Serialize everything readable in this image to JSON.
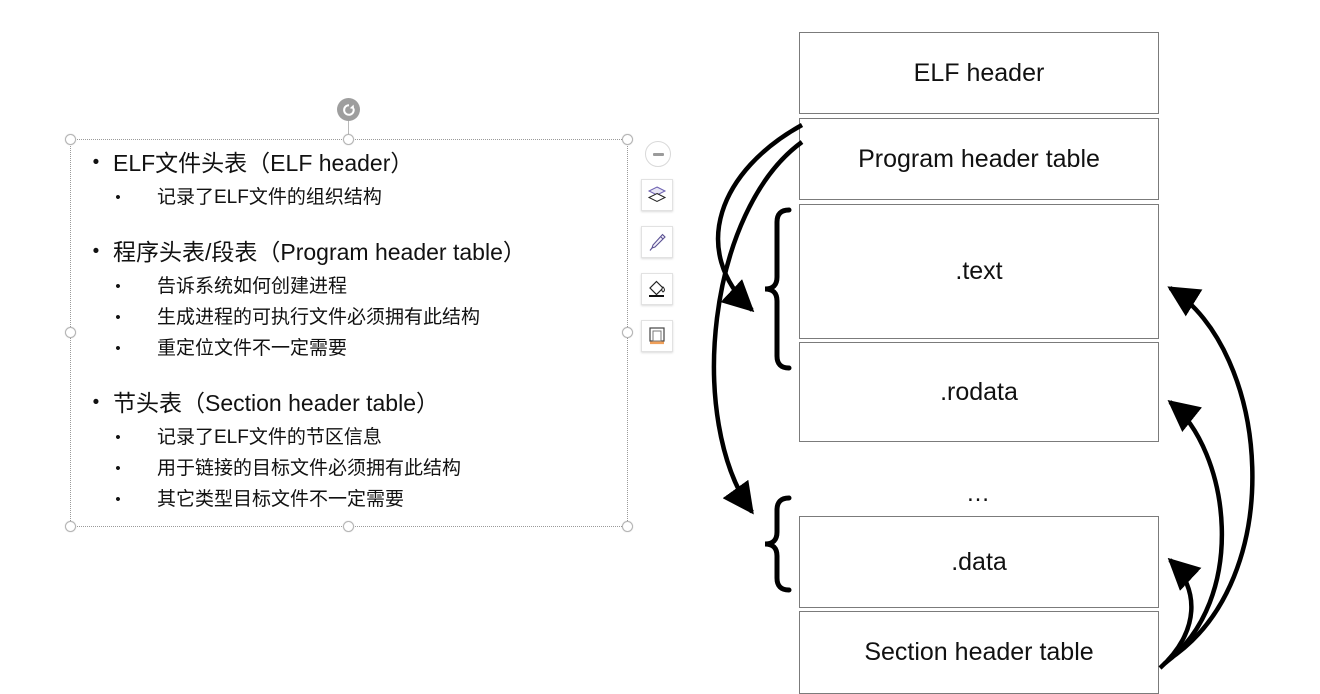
{
  "slide": {
    "textbox": {
      "items": [
        {
          "level": 1,
          "text": "ELF文件头表（ELF header）"
        },
        {
          "level": 2,
          "text": "记录了ELF文件的组织结构"
        },
        {
          "level": 0,
          "text": ""
        },
        {
          "level": 1,
          "text": "程序头表/段表（Program header table）"
        },
        {
          "level": 2,
          "text": "告诉系统如何创建进程"
        },
        {
          "level": 2,
          "text": "生成进程的可执行文件必须拥有此结构"
        },
        {
          "level": 2,
          "text": "重定位文件不一定需要"
        },
        {
          "level": 0,
          "text": ""
        },
        {
          "level": 1,
          "text": "节头表（Section header table）"
        },
        {
          "level": 2,
          "text": "记录了ELF文件的节区信息"
        },
        {
          "level": 2,
          "text": "用于链接的目标文件必须拥有此结构"
        },
        {
          "level": 2,
          "text": "其它类型目标文件不一定需要"
        }
      ],
      "bullet_glyph_level1": "•",
      "bullet_glyph_level2": "•"
    },
    "minitoolbar": {
      "collapse_label": "−",
      "tools": [
        {
          "name": "layers-icon",
          "title": "Layers"
        },
        {
          "name": "brush-icon",
          "title": "Brush"
        },
        {
          "name": "fill-icon",
          "title": "Fill"
        },
        {
          "name": "shadow-icon",
          "title": "Shadow"
        }
      ]
    },
    "diagram": {
      "boxes": [
        {
          "name": "elf-header",
          "label": "ELF header"
        },
        {
          "name": "program-header-table",
          "label": "Program header table"
        },
        {
          "name": "text-section",
          "label": ".text"
        },
        {
          "name": "rodata-section",
          "label": ".rodata"
        },
        {
          "name": "data-section",
          "label": ".data"
        },
        {
          "name": "section-header-table",
          "label": "Section header table"
        }
      ],
      "ellipsis": "…",
      "brace_count": 2,
      "left_arrow_count": 2,
      "right_arrow_count": 3
    },
    "colors": {
      "box_border": "#7b7b7b",
      "selection_border": "#9a9a9a",
      "handle_fill": "#ffffff",
      "rotate_knob": "#9e9e9e",
      "text": "#111111",
      "stroke": "#000000"
    }
  }
}
